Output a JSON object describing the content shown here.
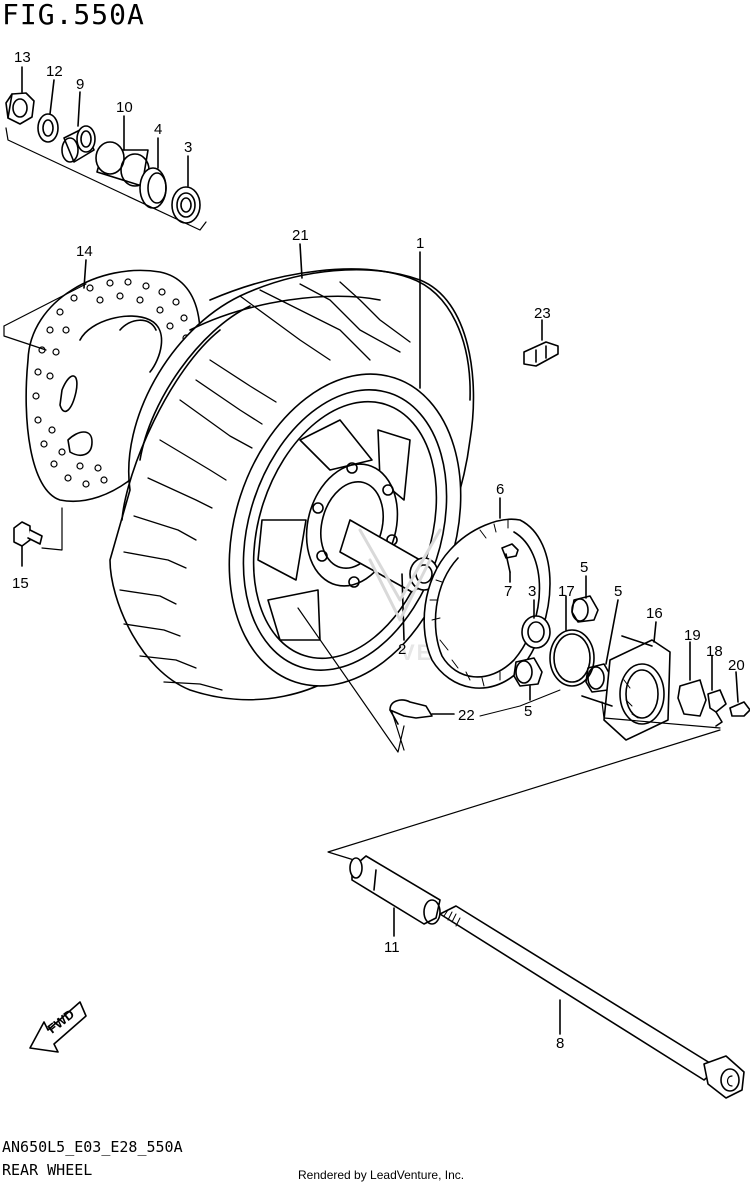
{
  "title": "FIG.550A",
  "footer": {
    "code": "AN650L5_E03_E28_550A",
    "name": "REAR WHEEL",
    "rendered_by": "Rendered by LeadVenture, Inc."
  },
  "watermark": "VENTURE",
  "fwd_label": "FWD",
  "callouts": {
    "c1": "1",
    "c2": "2",
    "c3a": "3",
    "c3b": "3",
    "c4": "4",
    "c5a": "5",
    "c5b": "5",
    "c5c": "5",
    "c6": "6",
    "c7": "7",
    "c8": "8",
    "c9": "9",
    "c10": "10",
    "c11": "11",
    "c12": "12",
    "c13": "13",
    "c14": "14",
    "c15": "15",
    "c16": "16",
    "c17": "17",
    "c18": "18",
    "c19": "19",
    "c20": "20",
    "c21": "21",
    "c22": "22",
    "c23": "23"
  }
}
